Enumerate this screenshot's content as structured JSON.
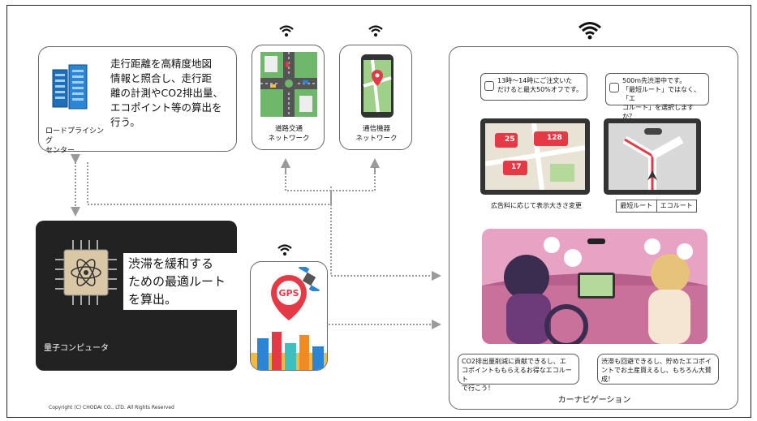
{
  "center": {
    "name": "ロードプライシング\nセンター",
    "description": "走行距離を高精度地図\n情報と照合し、走行距\n離の計測やCO2排出量、\nエコポイント等の算出を\n行う。"
  },
  "road_network": {
    "label": "道路交通\nネットワーク"
  },
  "comm_network": {
    "label": "通信機器\nネットワーク"
  },
  "quantum": {
    "description": "渋滞を緩和する\nための最適ルート\nを算出。",
    "label": "量子コンピュータ"
  },
  "gps": {
    "label": "GPS"
  },
  "car_nav": {
    "title": "カーナビゲーション",
    "ad_bubble": "13時～14時にご注文いた\nだけると最大50%オフです。",
    "ad_caption": "広告料に応じて表示大きさ変更",
    "ad_badges": {
      "left": "25",
      "right": "128",
      "bottom": "17"
    },
    "route_bubble": "500m先渋滞中です。\n「最短ルート」ではなく、「エ\nコルート」を選択しますか？",
    "route_buttons": [
      "最短ルート",
      "エコルート"
    ],
    "bottom_left_bubble": "CO2排出量削減に貢献できるし、エ\nコポイントももらえるお得なエコルート\nで行こう！",
    "bottom_right_bubble": "渋滞も回避できるし、貯めたエコポイ\nントでお土産買えるし、もちろん大賛\n成！"
  },
  "copyright": "Copyright (C) CHODAI CO., LTD. All Rights Reserved",
  "colors": {
    "dark_box": "#222222",
    "gps_red": "#e63946",
    "arrow_gray": "#9a9a9a",
    "car_scene_bg": "#e8a3c4"
  }
}
